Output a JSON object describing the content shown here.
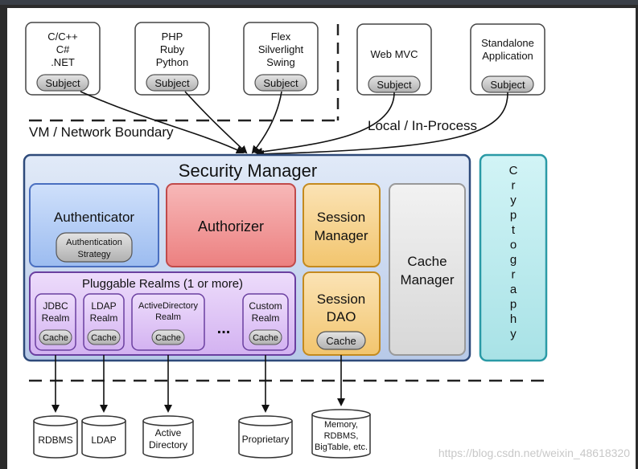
{
  "clients": [
    {
      "lines": [
        "C/C++",
        "C#",
        ".NET"
      ],
      "subject": "Subject"
    },
    {
      "lines": [
        "PHP",
        "Ruby",
        "Python"
      ],
      "subject": "Subject"
    },
    {
      "lines": [
        "Flex",
        "Silverlight",
        "Swing"
      ],
      "subject": "Subject"
    },
    {
      "lines": [
        "Web MVC"
      ],
      "subject": "Subject"
    },
    {
      "lines": [
        "Standalone",
        "Application"
      ],
      "subject": "Subject"
    }
  ],
  "boundaries": {
    "vm_network": "VM / Network Boundary",
    "local_in_process": "Local / In-Process"
  },
  "security_manager": {
    "title": "Security Manager",
    "authenticator": {
      "label": "Authenticator",
      "strategy": [
        "Authentication",
        "Strategy"
      ]
    },
    "authorizer": {
      "label": "Authorizer"
    },
    "session_manager": {
      "lines": [
        "Session",
        "Manager"
      ]
    },
    "session_dao": {
      "lines": [
        "Session",
        "DAO"
      ],
      "cache": "Cache"
    },
    "cache_manager": {
      "lines": [
        "Cache",
        "Manager"
      ]
    },
    "pluggable_realms": {
      "title": "Pluggable Realms (1 or more)",
      "ellipsis": "...",
      "realms": [
        {
          "lines": [
            "JDBC",
            "Realm"
          ],
          "cache": "Cache"
        },
        {
          "lines": [
            "LDAP",
            "Realm"
          ],
          "cache": "Cache"
        },
        {
          "lines": [
            "ActiveDirectory",
            "Realm"
          ],
          "cache": "Cache"
        },
        {
          "lines": [
            "Custom",
            "Realm"
          ],
          "cache": "Cache"
        }
      ]
    }
  },
  "cryptography": {
    "letters": [
      "C",
      "r",
      "y",
      "p",
      "t",
      "o",
      "g",
      "r",
      "a",
      "p",
      "h",
      "y"
    ]
  },
  "datastores": [
    {
      "lines": [
        "RDBMS"
      ]
    },
    {
      "lines": [
        "LDAP"
      ]
    },
    {
      "lines": [
        "Active",
        "Directory"
      ]
    },
    {
      "lines": [
        "Proprietary"
      ]
    },
    {
      "lines": [
        "Memory,",
        "RDBMS,",
        "BigTable, etc."
      ]
    }
  ],
  "watermark": "https://blog.csdn.net/weixin_48618320"
}
